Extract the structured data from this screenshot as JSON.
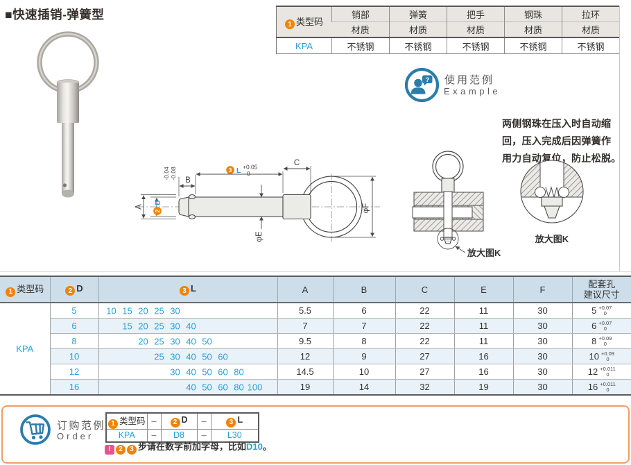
{
  "title": "■快速插销-弹簧型",
  "colors": {
    "accent_blue": "#29A0D8",
    "circle_orange": "#F08300",
    "icon_blue": "#2B7CAB",
    "note_pink": "#E8538F",
    "order_border_orange": "#F29B69",
    "spec_header_bg": "#CDDEEA",
    "spec_alt_row_bg": "#E9F2F9",
    "material_header_bg": "#E9E6E1"
  },
  "material_table": {
    "code_header": {
      "num": "1",
      "label": "类型码"
    },
    "columns": [
      {
        "part": "销部",
        "sub": "材质"
      },
      {
        "part": "弹簧",
        "sub": "材质"
      },
      {
        "part": "把手",
        "sub": "材质"
      },
      {
        "part": "钢珠",
        "sub": "材质"
      },
      {
        "part": "拉环",
        "sub": "材质"
      }
    ],
    "row": {
      "code": "KPA",
      "values": [
        "不锈钢",
        "不锈钢",
        "不锈钢",
        "不锈钢",
        "不锈钢"
      ]
    }
  },
  "example_badge": {
    "title": "使用范例",
    "subtitle": "Example"
  },
  "description_lines": [
    "两侧钢珠在压入时自动缩",
    "回，压入完成后因弹簧作",
    "用力自动复位，防止松脱。"
  ],
  "drawing": {
    "labels": {
      "a": "A",
      "b": "B",
      "c": "C",
      "d": "D",
      "l": "L",
      "e": "φE",
      "f": "φF"
    },
    "d_num": "2",
    "l_num": "3",
    "d_tol": [
      "-0.04",
      "-0.08"
    ],
    "l_tol": [
      "+0.05",
      "0"
    ],
    "detail_label": "放大图K"
  },
  "spec_table": {
    "headers": {
      "code": {
        "num": "1",
        "label": "类型码"
      },
      "d": {
        "num": "2",
        "label": "D"
      },
      "l": {
        "num": "3",
        "label": "L"
      },
      "a": "A",
      "b": "B",
      "c": "C",
      "e": "E",
      "f": "F",
      "hole": [
        "配套孔",
        "建议尺寸"
      ]
    },
    "code": "KPA",
    "l_slot_values": [
      "10",
      "15",
      "20",
      "25",
      "30",
      "40",
      "50",
      "60",
      "80",
      "100"
    ],
    "rows": [
      {
        "d": "5",
        "l_start": 0,
        "l": [
          "10",
          "15",
          "20",
          "25",
          "30"
        ],
        "a": "5.5",
        "b": "6",
        "c": "22",
        "e": "11",
        "f": "30",
        "hole": "5",
        "tol_u": "+0.07",
        "tol_l": "0"
      },
      {
        "d": "6",
        "l_start": 1,
        "l": [
          "15",
          "20",
          "25",
          "30",
          "40"
        ],
        "a": "7",
        "b": "7",
        "c": "22",
        "e": "11",
        "f": "30",
        "hole": "6",
        "tol_u": "+0.07",
        "tol_l": "0"
      },
      {
        "d": "8",
        "l_start": 2,
        "l": [
          "20",
          "25",
          "30",
          "40",
          "50"
        ],
        "a": "9.5",
        "b": "8",
        "c": "22",
        "e": "11",
        "f": "30",
        "hole": "8",
        "tol_u": "+0.09",
        "tol_l": "0"
      },
      {
        "d": "10",
        "l_start": 3,
        "l": [
          "25",
          "30",
          "40",
          "50",
          "60"
        ],
        "a": "12",
        "b": "9",
        "c": "27",
        "e": "16",
        "f": "30",
        "hole": "10",
        "tol_u": "+0.09",
        "tol_l": "0"
      },
      {
        "d": "12",
        "l_start": 4,
        "l": [
          "30",
          "40",
          "50",
          "60",
          "80"
        ],
        "a": "14.5",
        "b": "10",
        "c": "27",
        "e": "16",
        "f": "30",
        "hole": "12",
        "tol_u": "+0.011",
        "tol_l": "0"
      },
      {
        "d": "16",
        "l_start": 5,
        "l": [
          "40",
          "50",
          "60",
          "80",
          "100"
        ],
        "a": "19",
        "b": "14",
        "c": "32",
        "e": "19",
        "f": "30",
        "hole": "16",
        "tol_u": "+0.011",
        "tol_l": "0"
      }
    ]
  },
  "order": {
    "title": "订购范例",
    "subtitle": "Order",
    "dash": "–",
    "headers": [
      {
        "num": "1",
        "label": "类型码"
      },
      {
        "num": "2",
        "label": "D"
      },
      {
        "num": "3",
        "label": "L"
      }
    ],
    "values": [
      "KPA",
      "D8",
      "L30"
    ],
    "note": {
      "bang": "!",
      "nums": [
        "2",
        "3"
      ],
      "text": "步请在数字前加字母，比如",
      "link": "D10",
      "period": "。"
    }
  }
}
